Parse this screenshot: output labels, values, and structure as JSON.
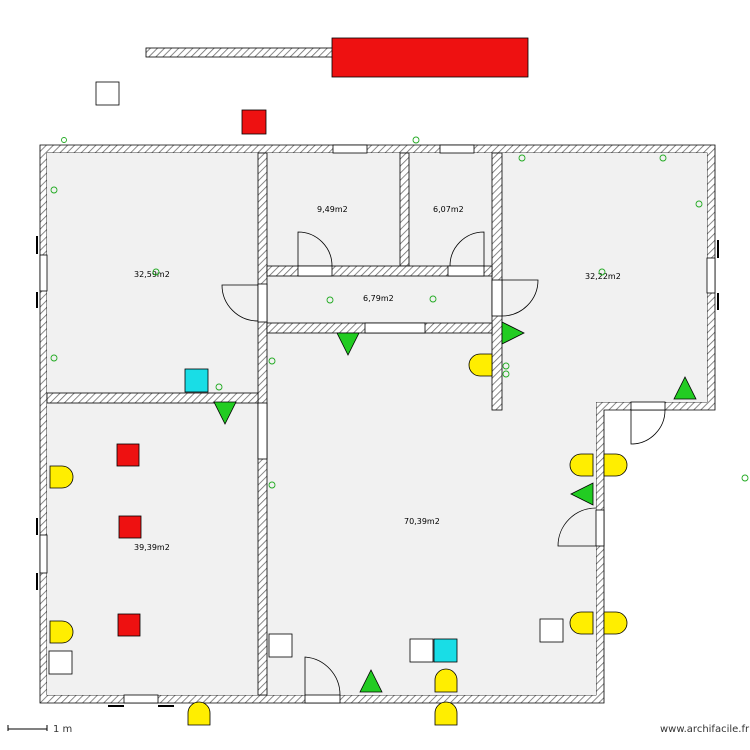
{
  "plan": {
    "rooms": [
      {
        "id": "room-top-left",
        "area": "32,59m2"
      },
      {
        "id": "room-top-middle-left",
        "area": "9,49m2"
      },
      {
        "id": "room-top-middle-right",
        "area": "6,07m2"
      },
      {
        "id": "room-top-right",
        "area": "32,22m2"
      },
      {
        "id": "room-corridor",
        "area": "6,79m2"
      },
      {
        "id": "room-bottom-left",
        "area": "39,39m2"
      },
      {
        "id": "room-main",
        "area": "70,39m2"
      }
    ],
    "scale_label": "1 m",
    "watermark": "www.archifacile.fr",
    "colors": {
      "wall_hatch": "#6b6b6b",
      "floor": "#f1f1f1",
      "red_block": "#ee1111",
      "cyan_block": "#19dde6",
      "yellow_symbol": "#ffee00",
      "green_symbol": "#22cc22",
      "outline": "#000000"
    }
  }
}
